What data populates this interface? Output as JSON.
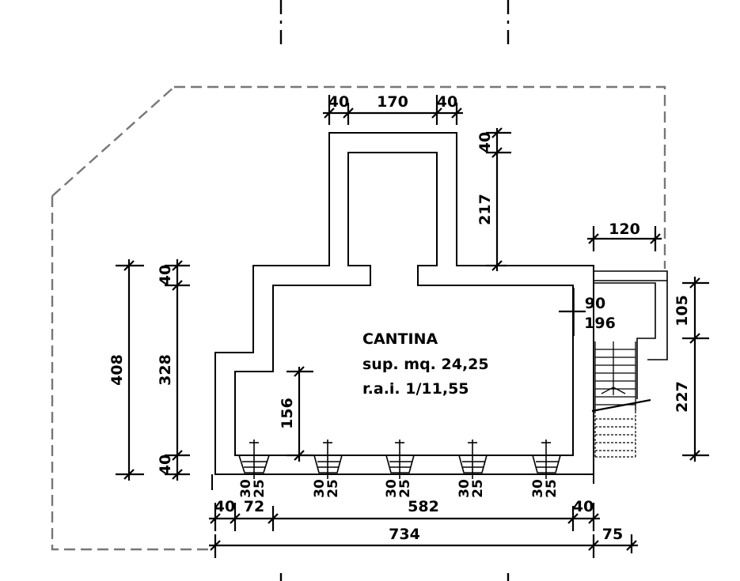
{
  "room": {
    "name": "CANTINA",
    "surface": "sup. mq. 24,25",
    "rai": "r.a.i. 1/11,55"
  },
  "dimensions": {
    "top_left_wall": "40",
    "top_opening": "170",
    "top_right_wall": "40",
    "right_wall_top": "40",
    "corridor_depth": "217",
    "right_ext": "120",
    "door_w": "90",
    "door_h": "196",
    "right_upper": "105",
    "right_lower": "227",
    "left_total": "408",
    "left_wall_top": "40",
    "left_inner": "328",
    "left_wall_bottom": "40",
    "inner_height": "156",
    "bottom_wall_left": "40",
    "bottom_72": "72",
    "bottom_582": "582",
    "bottom_wall_right": "40",
    "bottom_total": "734",
    "bottom_75": "75",
    "window_dims": [
      {
        "a": "30",
        "b": "25"
      },
      {
        "a": "30",
        "b": "25"
      },
      {
        "a": "30",
        "b": "25"
      },
      {
        "a": "30",
        "b": "25"
      },
      {
        "a": "30",
        "b": "25"
      }
    ]
  }
}
